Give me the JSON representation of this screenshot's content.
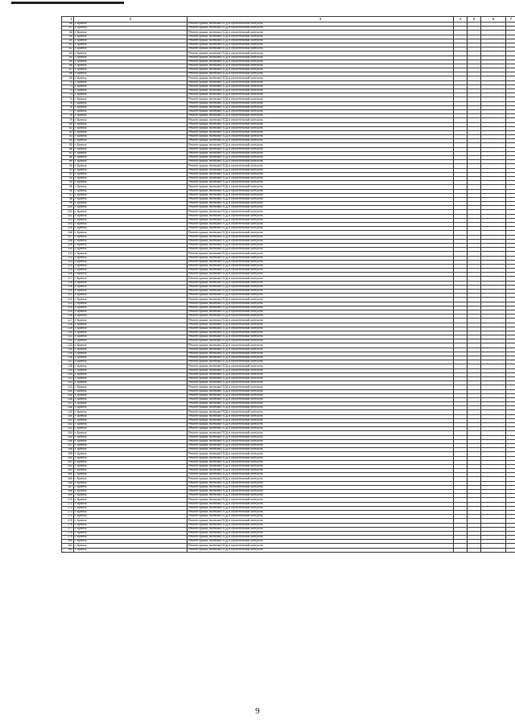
{
  "header": {
    "col1": "1",
    "col2": "2",
    "col3": "3",
    "col4": "4",
    "col5": "5",
    "col6": "6",
    "col7": "7"
  },
  "rows_start": 56,
  "rows_end": 182,
  "address_prefix": "г. Брянск",
  "work_repeat": "Ремонт крыши, включая ПСД и строительный контроль",
  "page_number": "9"
}
